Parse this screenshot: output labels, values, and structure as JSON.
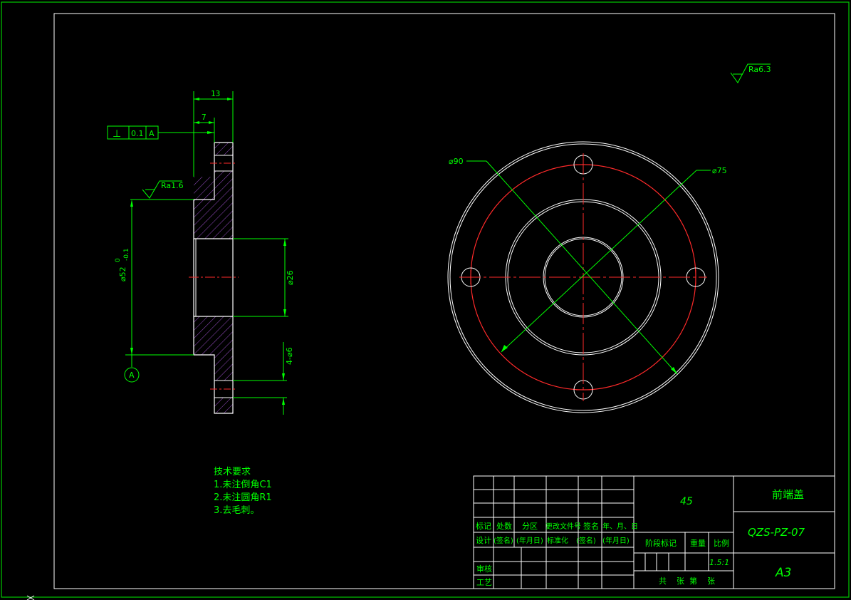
{
  "colors": {
    "background": "#000000",
    "frame": "#00c800",
    "outline": "#ffffff",
    "centerline": "#ff2a2a",
    "dimension": "#00ff00",
    "hatch": "#9a4fc8",
    "title_block": "#ffffff"
  },
  "drawing": {
    "part_name": "前端盖",
    "material": "45",
    "drawing_number": "QZS-PZ-07",
    "sheet_size": "A3",
    "scale": "1.5:1",
    "roughness_global": "Ra6.3",
    "roughness_local": "Ra1.6",
    "datum_label": "A"
  },
  "dimensions": {
    "width_total": "13",
    "width_flange_step": "7",
    "dia_outer_main": "⌀52",
    "dia_outer_tol_upper": "0",
    "dia_outer_tol_lower": "-0.1",
    "dia_bore": "⌀26",
    "holes": "4-⌀6",
    "dia_90": "⌀90",
    "dia_75": "⌀75"
  },
  "tolerance_frame": {
    "symbol": "⊥",
    "value": "0.1",
    "datum": "A"
  },
  "notes": {
    "title": "技术要求",
    "items": [
      "1.未注倒角C1",
      "2.未注圆角R1",
      "3.去毛刺。"
    ]
  },
  "title_block": {
    "header_row": [
      "标记",
      "处数",
      "分区",
      "更改文件号",
      "签名",
      "年、月、日"
    ],
    "design_row": [
      "设计",
      "(签名)",
      "(年月日)",
      "标准化",
      "(签名)",
      "(年月日)"
    ],
    "review": "审核",
    "process": "工艺",
    "stage_mark": "阶段标记",
    "weight": "重量",
    "scale_label": "比例",
    "sheets": "共    张  第    张"
  }
}
